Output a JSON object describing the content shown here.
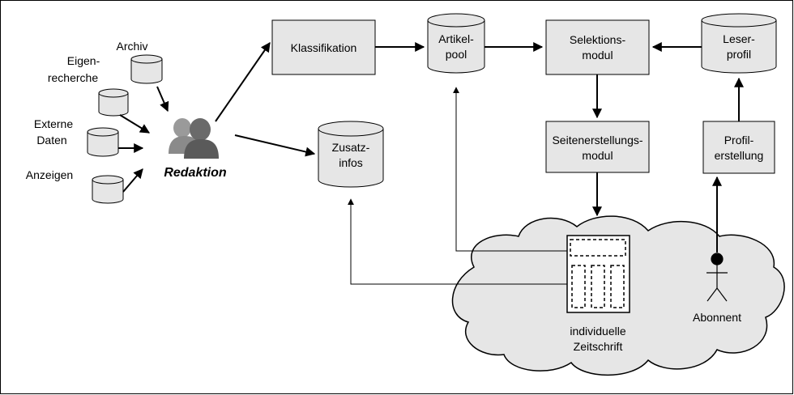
{
  "diagram": {
    "sources": {
      "archiv": "Archiv",
      "eigenrecherche_1": "Eigen-",
      "eigenrecherche_2": "recherche",
      "externe_1": "Externe",
      "externe_2": "Daten",
      "anzeigen": "Anzeigen"
    },
    "redaktion": "Redaktion",
    "boxes": {
      "klassifikation": "Klassifikation",
      "selektions_1": "Selektions-",
      "selektions_2": "modul",
      "seiten_1": "Seitenerstellungs-",
      "seiten_2": "modul",
      "profil_1": "Profil-",
      "profil_2": "erstellung"
    },
    "stores": {
      "artikel_1": "Artikel-",
      "artikel_2": "pool",
      "leser_1": "Leser-",
      "leser_2": "profil",
      "zusatz_1": "Zusatz-",
      "zusatz_2": "infos"
    },
    "zeitschrift_1": "individuelle",
    "zeitschrift_2": "Zeitschrift",
    "abonnent": "Abonnent"
  }
}
